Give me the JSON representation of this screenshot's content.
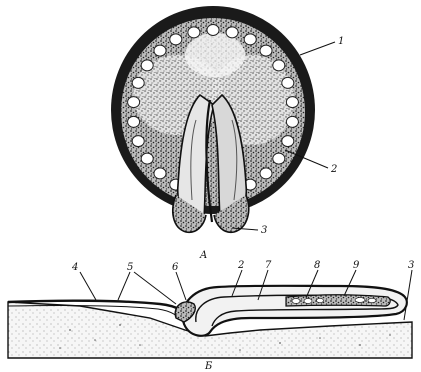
{
  "figure_a": {
    "caption": "A",
    "labels": [
      {
        "id": "1",
        "text": "1"
      },
      {
        "id": "2",
        "text": "2"
      },
      {
        "id": "3",
        "text": "3"
      }
    ]
  },
  "figure_b": {
    "caption": "Б",
    "labels": [
      {
        "id": "4",
        "text": "4"
      },
      {
        "id": "5",
        "text": "5"
      },
      {
        "id": "6",
        "text": "6"
      },
      {
        "id": "2",
        "text": "2"
      },
      {
        "id": "7",
        "text": "7"
      },
      {
        "id": "8",
        "text": "8"
      },
      {
        "id": "9",
        "text": "9"
      },
      {
        "id": "3",
        "text": "3"
      }
    ]
  }
}
